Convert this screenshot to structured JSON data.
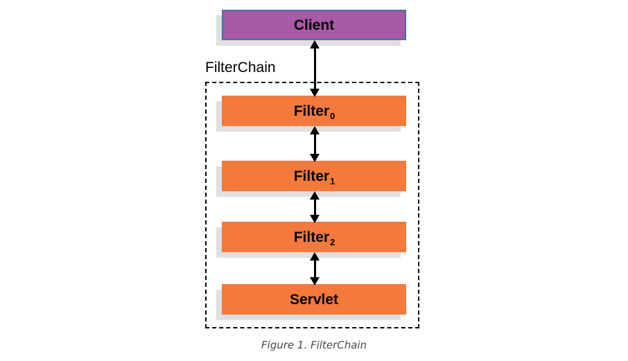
{
  "figure": {
    "caption": "Figure 1. FilterChain",
    "group": {
      "label": "FilterChain",
      "border_style": "dashed",
      "border_color": "#000000"
    },
    "colors": {
      "client_fill": "#a85aa6",
      "client_border": "#4572a7",
      "filter_fill": "#f4793c",
      "shadow": "#e0e0e0",
      "arrow": "#000000",
      "caption_text": "#4a4a4a",
      "background": "#ffffff"
    },
    "nodes": [
      {
        "id": "client",
        "label": "Client",
        "subscript": "",
        "kind": "client",
        "in_group": false
      },
      {
        "id": "filter0",
        "label": "Filter",
        "subscript": "0",
        "kind": "filter",
        "in_group": true
      },
      {
        "id": "filter1",
        "label": "Filter",
        "subscript": "1",
        "kind": "filter",
        "in_group": true
      },
      {
        "id": "filter2",
        "label": "Filter",
        "subscript": "2",
        "kind": "filter",
        "in_group": true
      },
      {
        "id": "servlet",
        "label": "Servlet",
        "subscript": "",
        "kind": "filter",
        "in_group": true
      }
    ],
    "connectors": [
      {
        "id": "client-filter0",
        "from": "client",
        "to": "filter0",
        "style": "double-headed-arrow"
      },
      {
        "id": "filter0-filter1",
        "from": "filter0",
        "to": "filter1",
        "style": "double-headed-arrow"
      },
      {
        "id": "filter1-filter2",
        "from": "filter1",
        "to": "filter2",
        "style": "double-headed-arrow"
      },
      {
        "id": "filter2-servlet",
        "from": "filter2",
        "to": "servlet",
        "style": "double-headed-arrow"
      }
    ]
  }
}
